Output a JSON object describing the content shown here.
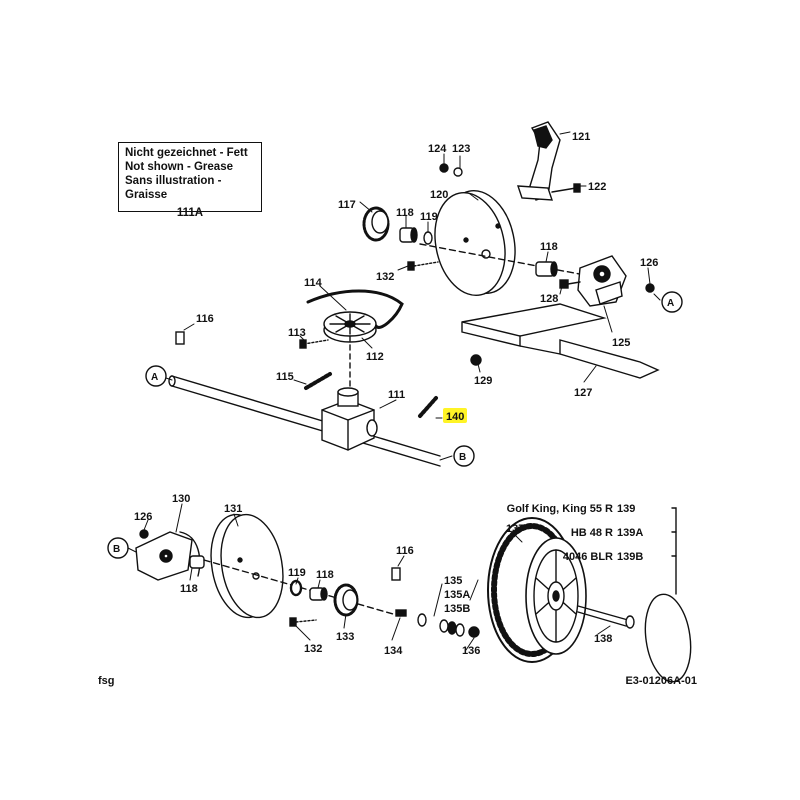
{
  "note": {
    "line1": "Nicht gezeichnet - Fett",
    "line2": "Not shown - Grease",
    "line3": "Sans illustration - Graisse",
    "part": "111A"
  },
  "highlight_color": "#fff200",
  "callouts": {
    "p124": "124",
    "p123": "123",
    "p121": "121",
    "p122": "122",
    "p120": "120",
    "p117": "117",
    "p118a": "118",
    "p119a": "119",
    "p118b": "118",
    "p126a": "126",
    "p132a": "132",
    "p128": "128",
    "p125": "125",
    "p127": "127",
    "p129": "129",
    "p114": "114",
    "p116a": "116",
    "p113": "113",
    "p112": "112",
    "p115": "115",
    "p111": "111",
    "p140": "140",
    "p130": "130",
    "p131": "131",
    "p126b": "126",
    "p118c": "118",
    "p119b": "119",
    "p118d": "118",
    "p133": "133",
    "p132b": "132",
    "p116b": "116",
    "p134": "134",
    "p135": "135",
    "p135a": "135A",
    "p135b": "135B",
    "p136": "136",
    "p137": "137",
    "p138": "138",
    "p139": "139",
    "p139a": "139A",
    "p139b": "139B"
  },
  "refs": {
    "a1": "A",
    "a2": "A",
    "b1": "B",
    "b2": "B"
  },
  "variants": {
    "v1": "Golf King, King 55 R",
    "v2": "HB 48 R",
    "v3": "4046 BLR"
  },
  "footer": {
    "left": "fsg",
    "right": "E3-01206A-01"
  }
}
